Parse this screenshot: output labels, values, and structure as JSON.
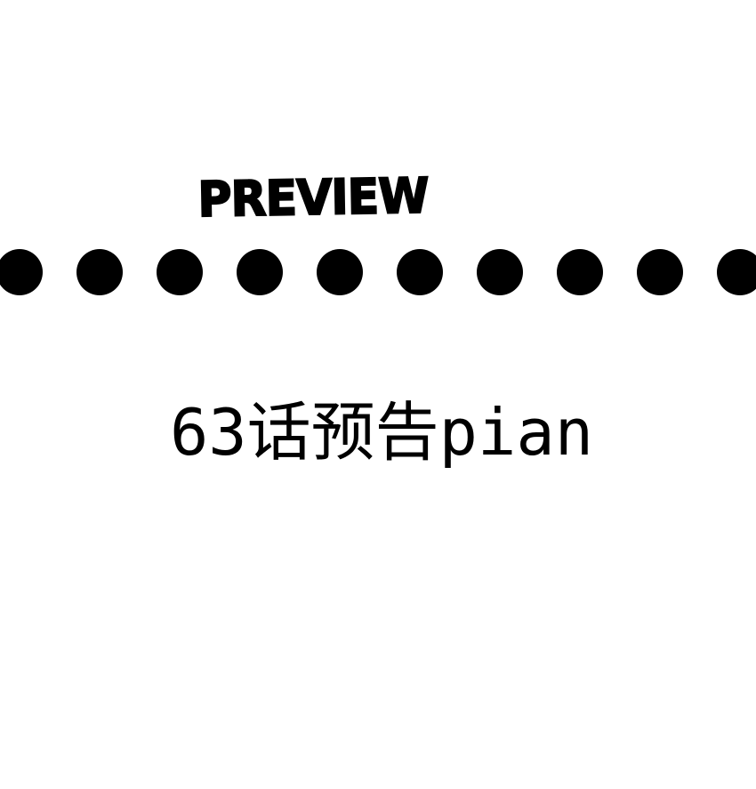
{
  "heading": {
    "text": "PREVIEW"
  },
  "dots": {
    "count": 10,
    "color": "#000000"
  },
  "episode": {
    "title": "63话预告pian"
  },
  "colors": {
    "background": "#ffffff",
    "ink": "#000000"
  }
}
